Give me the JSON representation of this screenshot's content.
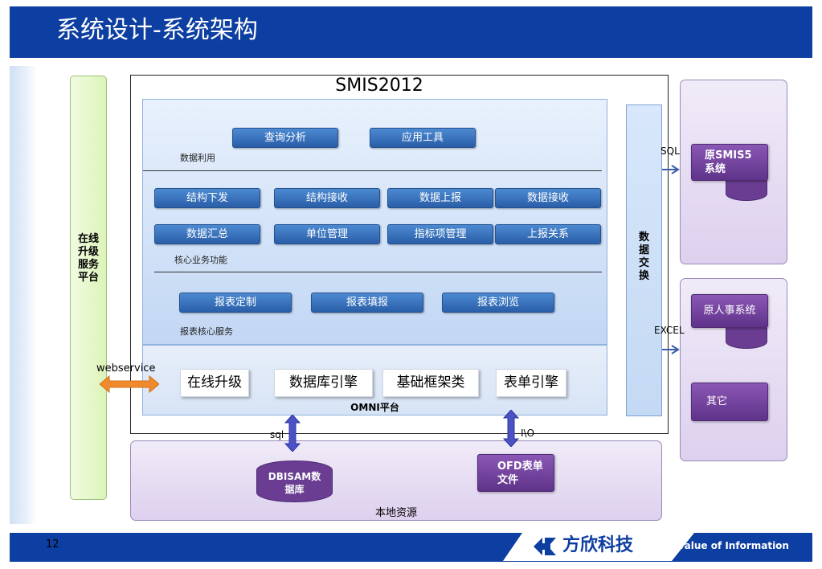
{
  "header": {
    "title": "系统设计-系统架构"
  },
  "left_platform": {
    "label_lines": [
      "在线",
      "升级",
      "服务",
      "平台"
    ],
    "link_label": "webservice"
  },
  "smis": {
    "title": "SMIS2012",
    "data_use": {
      "buttons": [
        "查询分析",
        "应用工具"
      ],
      "label": "数据利用"
    },
    "core": {
      "row1": [
        "结构下发",
        "结构接收",
        "数据上报",
        "数据接收"
      ],
      "row2": [
        "数据汇总",
        "单位管理",
        "指标项管理",
        "上报关系"
      ],
      "label": "核心业务功能"
    },
    "report": {
      "buttons": [
        "报表定制",
        "报表填报",
        "报表浏览"
      ],
      "label": "报表核心服务"
    },
    "omni": {
      "buttons": [
        "在线升级",
        "数据库引擎",
        "基础框架类",
        "表单引擎"
      ],
      "label": "OMNI平台"
    }
  },
  "exchange": {
    "label_lines": [
      "数",
      "据",
      "交",
      "换"
    ]
  },
  "external": {
    "panel1": {
      "system_lines": [
        "原SMIS5",
        "系统"
      ],
      "link_label": "SQL"
    },
    "panel2": {
      "system": "原人事系统",
      "other": "其它",
      "link_label": "EXCEL"
    }
  },
  "local": {
    "db_lines": [
      "DBISAM数",
      "据库"
    ],
    "db_link": "sql",
    "ofd_lines": [
      "OFD表单",
      "文件"
    ],
    "ofd_link": "I\\O",
    "label": "本地资源"
  },
  "footer": {
    "page_number": "12",
    "brand": "方欣科技",
    "slogan": "Value of Information"
  },
  "colors": {
    "header_blue": "#0d3ea1",
    "button_blue": "#2a5ea8",
    "purple": "#6a3d93",
    "orange": "#f08b2d"
  }
}
